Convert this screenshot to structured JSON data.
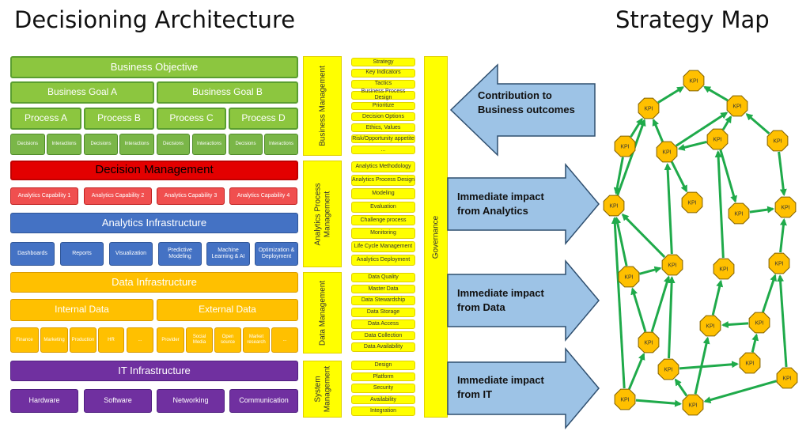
{
  "left_title": "Decisioning Architecture",
  "right_title": "Strategy Map",
  "business": {
    "objective": "Business Objective",
    "goals": [
      "Business Goal A",
      "Business Goal B"
    ],
    "processes": [
      "Process A",
      "Process B",
      "Process C",
      "Process D"
    ],
    "sub": [
      "Decisions",
      "Interactions",
      "Decisions",
      "Interactions",
      "Decisions",
      "Interactions",
      "Decisions",
      "Interactions"
    ]
  },
  "decision": {
    "title": "Decision Management",
    "capabilities": [
      "Analytics Capability 1",
      "Analytics Capability 2",
      "Analytics Capability 3",
      "Analytics Capability 4"
    ]
  },
  "analytics": {
    "title": "Analytics Infrastructure",
    "items": [
      "Dashboards",
      "Reports",
      "Visualization",
      "Predictive Modeling",
      "Machine Learning & AI",
      "Optimization & Deployment"
    ]
  },
  "data": {
    "title": "Data Infrastructure",
    "internal": "Internal Data",
    "external": "External Data",
    "internal_items": [
      "Finance",
      "Marketing",
      "Production",
      "HR",
      "..."
    ],
    "external_items": [
      "Provider",
      "Social Media",
      "Open source",
      "Market research",
      "..."
    ]
  },
  "it": {
    "title": "IT Infrastructure",
    "items": [
      "Hardware",
      "Software",
      "Networking",
      "Communication"
    ]
  },
  "management": {
    "business": "Business Management",
    "analytics": "Analytics Process Management",
    "data": "Data Management",
    "system": "System Management"
  },
  "tags": {
    "business": [
      "Strategy",
      "Key Indicators",
      "Tactics",
      "Business Process Design",
      "Prioritize",
      "Decision Options",
      "Ethics, Values",
      "Risk/Opportunity appetite",
      "..."
    ],
    "analytics": [
      "Analytics Methodology",
      "Analytics Process Design",
      "Modeling",
      "Evaluation",
      "Challenge process",
      "Monitoring",
      "Life Cycle Management",
      "Analytics Deployment"
    ],
    "data": [
      "Data Quality",
      "Master Data",
      "Data Stewardship",
      "Data Storage",
      "Data Access",
      "Data Collection",
      "Data Availability"
    ],
    "system": [
      "Design",
      "Platform",
      "Security",
      "Availability",
      "Integration"
    ]
  },
  "governance": "Governance",
  "arrows": {
    "contribution": "Contribution to Business outcomes",
    "analytics": "Immediate impact from Analytics",
    "data": "Immediate impact from Data",
    "it": "Immediate impact from IT"
  },
  "kpi_label": "KPI",
  "colors": {
    "green": "#8cc63f",
    "red": "#e30000",
    "blue": "#4472c4",
    "orange": "#ffc000",
    "purple": "#7030a0",
    "yellow": "#ffff00",
    "arrow_fill": "#9dc3e6",
    "kpi_fill": "#ffc000",
    "edge": "#1faa4a"
  }
}
